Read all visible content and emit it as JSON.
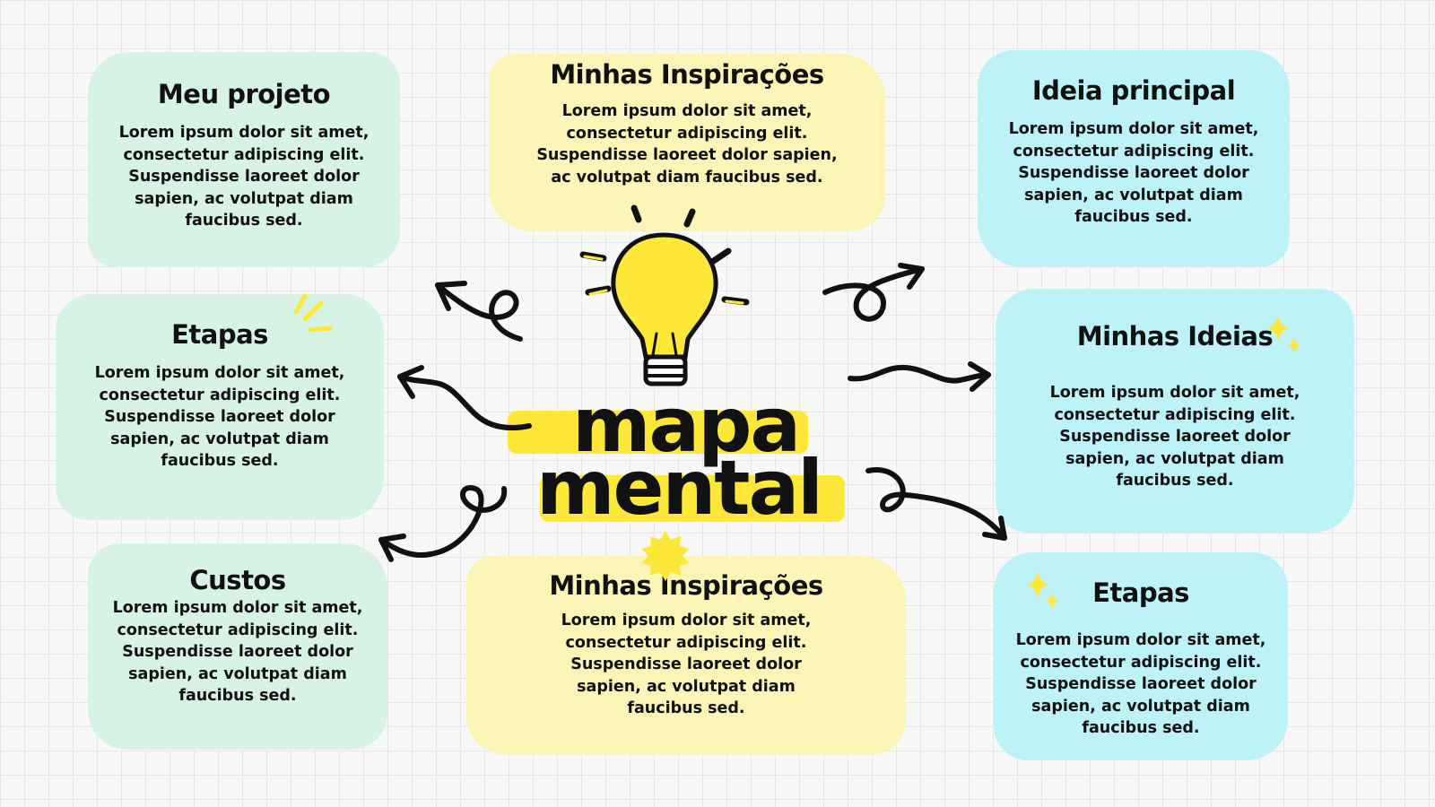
{
  "diagram": {
    "title_lines": [
      "mapa",
      "mental"
    ],
    "cards": [
      {
        "id": "meu-projeto",
        "title": "Meu projeto",
        "body": "Lorem ipsum dolor sit amet,\nconsectetur adipiscing elit.\nSuspendisse laoreet dolor\nsapien, ac volutpat diam\nfaucibus sed.",
        "color": "#d7f3e6"
      },
      {
        "id": "minhas-inspiracoes-top",
        "title": "Minhas Inspirações",
        "body": "Lorem ipsum dolor sit amet,\nconsectetur adipiscing elit.\nSuspendisse laoreet dolor sapien,\nac volutpat diam faucibus sed.",
        "color": "#fdf4b8"
      },
      {
        "id": "ideia-principal",
        "title": "Ideia principal",
        "body": "Lorem ipsum dolor sit amet,\nconsectetur adipiscing elit.\nSuspendisse laoreet dolor\nsapien, ac volutpat diam\nfaucibus sed.",
        "color": "#bdf2f7"
      },
      {
        "id": "etapas-left",
        "title": "Etapas",
        "body": "Lorem ipsum dolor sit amet,\nconsectetur adipiscing elit.\nSuspendisse laoreet dolor\nsapien, ac volutpat diam\nfaucibus sed.",
        "color": "#d7f3e6"
      },
      {
        "id": "minhas-ideias",
        "title": "Minhas Ideias",
        "body": "Lorem ipsum dolor sit amet,\nconsectetur adipiscing elit.\nSuspendisse laoreet dolor\nsapien, ac volutpat diam\nfaucibus sed.",
        "color": "#bdf2f7"
      },
      {
        "id": "custos",
        "title": "Custos",
        "body": "Lorem ipsum dolor sit amet,\nconsectetur adipiscing elit.\nSuspendisse laoreet dolor\nsapien, ac volutpat diam\nfaucibus sed.",
        "color": "#d7f3e6"
      },
      {
        "id": "minhas-inspiracoes-bottom",
        "title": "Minhas Inspirações",
        "body": "Lorem ipsum dolor sit amet,\nconsectetur adipiscing elit.\nSuspendisse laoreet dolor\nsapien, ac volutpat diam\nfaucibus sed.",
        "color": "#fdf4b8"
      },
      {
        "id": "etapas-right",
        "title": "Etapas",
        "body": "Lorem ipsum dolor sit amet,\nconsectetur adipiscing elit.\nSuspendisse laoreet dolor\nsapien, ac volutpat diam\nfaucibus sed.",
        "color": "#bdf2f7"
      }
    ],
    "icons": [
      "lightbulb-icon",
      "sparkle-icon",
      "sun-icon",
      "accent-lines-icon",
      "curly-arrow-icon"
    ],
    "colors": {
      "highlight": "#fde83a",
      "bulb": "#fde83a",
      "ink": "#111111",
      "mint": "#d7f3e6",
      "yellow": "#fdf4b8",
      "cyan": "#bdf2f7"
    }
  }
}
